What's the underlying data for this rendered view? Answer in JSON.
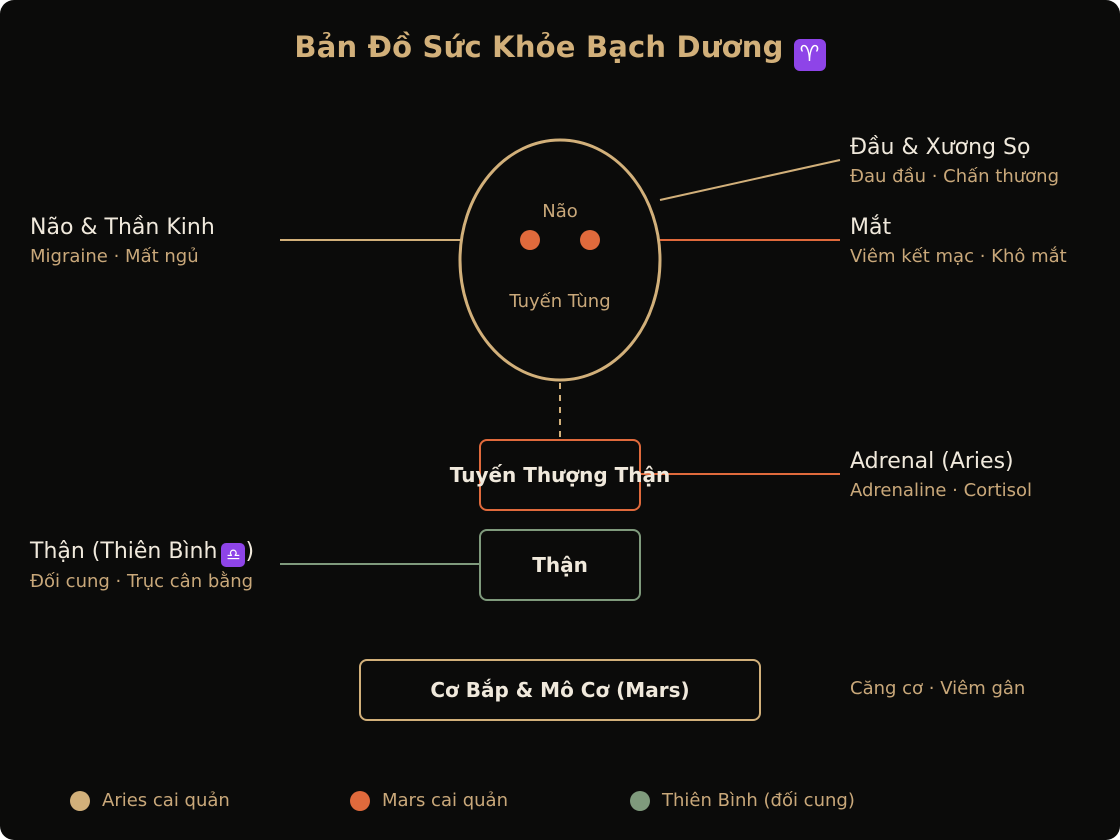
{
  "title": "Bản Đồ Sức Khỏe Bạch Dương",
  "title_symbol": "♈",
  "colors": {
    "background": "#0b0b0a",
    "aries": "#d2b07a",
    "mars": "#e06a3c",
    "libra": "#7f9a7c",
    "heading_text": "#f0e9dc",
    "sub_text": "#c9a87a"
  },
  "head": {
    "brain_label": "Não",
    "pineal_label": "Tuyến Tùng"
  },
  "boxes": {
    "adrenal": "Tuyến Thượng Thận",
    "kidney": "Thận",
    "muscle": "Cơ Bắp & Mô Cơ (Mars)"
  },
  "callouts": {
    "head_skull": {
      "title": "Đầu & Xương Sọ",
      "sub": "Đau đầu · Chấn thương"
    },
    "eyes": {
      "title": "Mắt",
      "sub": "Viêm kết mạc · Khô mắt"
    },
    "brain_nerves": {
      "title": "Não & Thần Kinh",
      "sub": "Migraine · Mất ngủ"
    },
    "adrenal": {
      "title": "Adrenal (Aries)",
      "sub": "Adrenaline · Cortisol"
    },
    "kidney": {
      "title": "Thận (Thiên Bình",
      "symbol": "♎",
      "title_end": ")",
      "sub": "Đối cung · Trục cân bằng"
    },
    "muscle": {
      "sub": "Căng cơ · Viêm gân"
    }
  },
  "legend": [
    {
      "label": "Aries cai quản",
      "color": "#d2b07a"
    },
    {
      "label": "Mars cai quản",
      "color": "#e06a3c"
    },
    {
      "label": "Thiên Bình (đối cung)",
      "color": "#7f9a7c"
    }
  ]
}
